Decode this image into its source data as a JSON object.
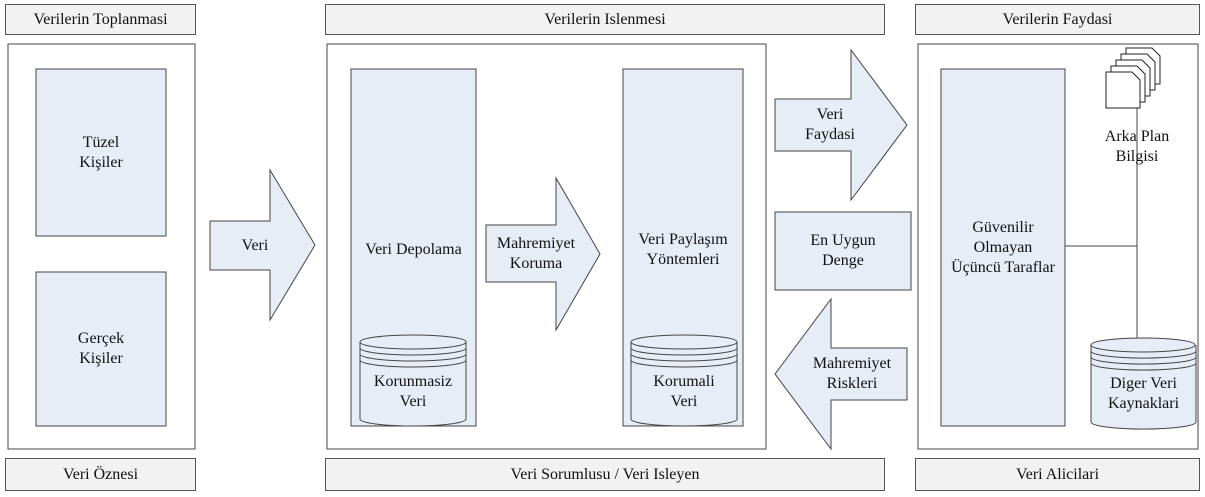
{
  "header": {
    "col1": "Verilerin Toplanmasi",
    "col2": "Verilerin Islenmesi",
    "col3": "Verilerin Faydasi"
  },
  "footer": {
    "col1": "Veri Öznesi",
    "col2": "Veri Sorumlusu / Veri Isleyen",
    "col3": "Veri Alicilari"
  },
  "collection": {
    "legal_entities": "Tüzel\nKişiler",
    "real_persons": "Gerçek\nKişiler",
    "data_arrow": "Veri"
  },
  "processing": {
    "storage": "Veri Depolama",
    "unprotected_db": "Korunmasiz\nVeri",
    "privacy_arrow": "Mahremiyet\nKoruma",
    "sharing": "Veri Paylaşım\nYöntemleri",
    "protected_db": "Korumali\nVeri"
  },
  "balance": {
    "utility_arrow": "Veri\nFaydasi",
    "optimum": "En Uygun\nDenge",
    "risk_arrow": "Mahremiyet\nRiskleri"
  },
  "recipients": {
    "untrusted": "Güvenilir\nOlmayan\nÜçüncü Taraflar",
    "background": "Arka Plan\nBilgisi",
    "other_sources": "Diger Veri\nKaynaklari"
  },
  "colors": {
    "box_fill": "#e6edf7",
    "header_fill": "#f2f2f2",
    "stroke": "#444444"
  }
}
